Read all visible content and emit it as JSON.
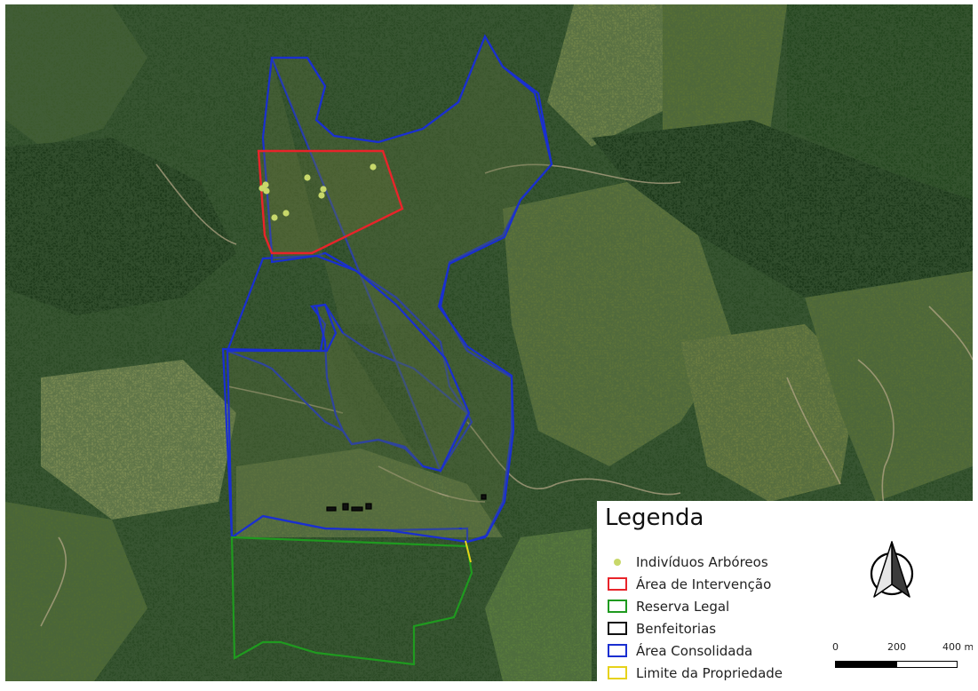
{
  "legend": {
    "title": "Legenda",
    "items": [
      {
        "label": "Indivíduos Arbóreos",
        "kind": "point",
        "color": "#c8d86a"
      },
      {
        "label": "Área de Intervenção",
        "kind": "polygon",
        "color": "#e8242a"
      },
      {
        "label": "Reserva Legal",
        "kind": "polygon",
        "color": "#1f9a1f"
      },
      {
        "label": "Benfeitorias",
        "kind": "polygon",
        "color": "#111111"
      },
      {
        "label": "Área Consolidada",
        "kind": "polygon",
        "color": "#1a2fd0"
      },
      {
        "label": "Limite da Propriedade",
        "kind": "polygon",
        "color": "#e6d21a"
      }
    ]
  },
  "scale": {
    "labels": [
      "0",
      "200",
      "400 m"
    ]
  },
  "north_arrow": {
    "icon": "north-arrow-icon"
  },
  "colors": {
    "forest_dark": "#1f3a1c",
    "forest_mid": "#2f5128",
    "pasture": "#6a7a42",
    "intervencao": "#e8242a",
    "reserva": "#1f9a1f",
    "consolidada": "#1a2fd0",
    "limite": "#e6d21a",
    "arvore": "#c8d86a"
  }
}
